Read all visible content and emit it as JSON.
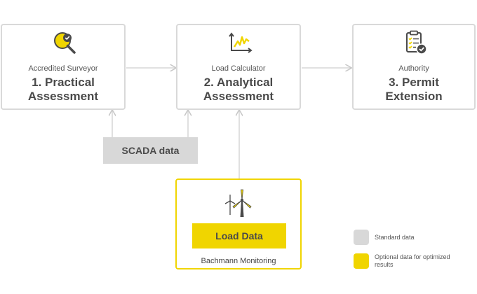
{
  "boxes": [
    {
      "role": "Accredited Surveyor",
      "title_line1": "1. Practical",
      "title_line2": "Assessment",
      "icon": "magnifier-check-icon"
    },
    {
      "role": "Load Calculator",
      "title_line1": "2. Analytical",
      "title_line2": "Assessment",
      "icon": "chart-axes-icon"
    },
    {
      "role": "Authority",
      "title_line1": "3. Permit",
      "title_line2": "Extension",
      "icon": "clipboard-check-icon"
    }
  ],
  "scada": {
    "label": "SCADA data"
  },
  "bachmann": {
    "button_label": "Load Data",
    "caption": "Bachmann Monitoring",
    "icon": "wind-turbine-icon"
  },
  "legend": [
    {
      "label": "Standard data",
      "color": "#d8d8d8"
    },
    {
      "label": "Optional data for optimized results",
      "color": "#f0d500"
    }
  ],
  "colors": {
    "accent": "#f0d500",
    "gray": "#d8d8d8",
    "line": "#cccccc",
    "text": "#4a4a4a"
  }
}
